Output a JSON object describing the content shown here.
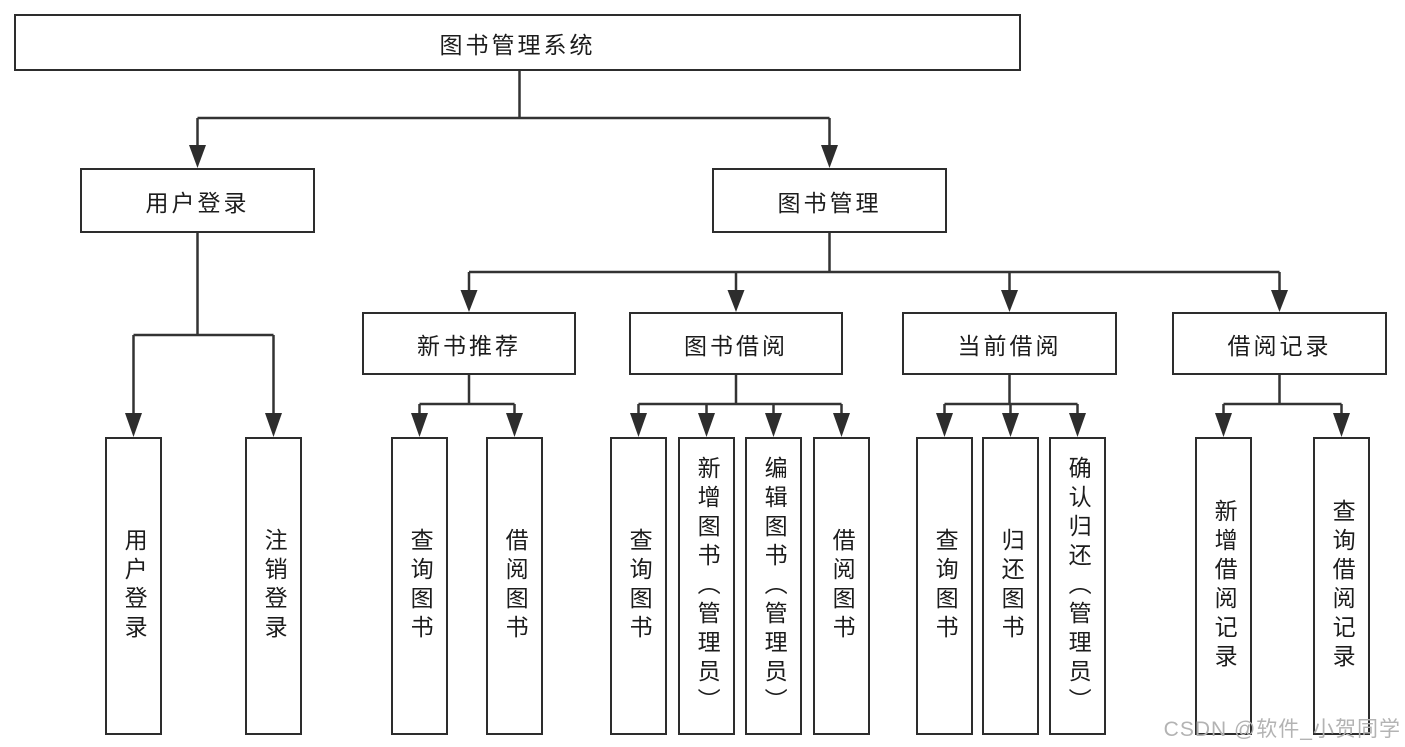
{
  "colors": {
    "line": "#333333",
    "border": "#2d2d2d",
    "text": "#1c1c1c",
    "background": "#ffffff",
    "watermark_text": "#b3b3b3"
  },
  "watermark": "CSDN @软件_小贺同学",
  "tree": {
    "root": {
      "label": "图书管理系统",
      "children": [
        {
          "label": "用户登录",
          "children": [
            {
              "label": "用户登录"
            },
            {
              "label": "注销登录"
            }
          ]
        },
        {
          "label": "图书管理",
          "children": [
            {
              "label": "新书推荐",
              "children": [
                {
                  "label": "查询图书"
                },
                {
                  "label": "借阅图书"
                }
              ]
            },
            {
              "label": "图书借阅",
              "children": [
                {
                  "label": "查询图书"
                },
                {
                  "label": "新增图书（管理员）"
                },
                {
                  "label": "编辑图书（管理员）"
                },
                {
                  "label": "借阅图书"
                }
              ]
            },
            {
              "label": "当前借阅",
              "children": [
                {
                  "label": "查询图书"
                },
                {
                  "label": "归还图书"
                },
                {
                  "label": "确认归还（管理员）"
                }
              ]
            },
            {
              "label": "借阅记录",
              "children": [
                {
                  "label": "新增借阅记录"
                },
                {
                  "label": "查询借阅记录"
                }
              ]
            }
          ]
        }
      ]
    }
  }
}
